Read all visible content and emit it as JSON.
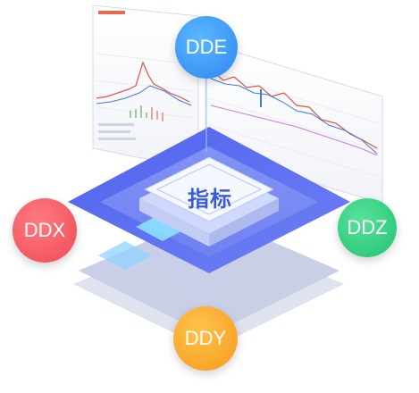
{
  "center": {
    "label": "指标"
  },
  "nodes": {
    "dde": {
      "label": "DDE",
      "color": "#3a96f6"
    },
    "ddx": {
      "label": "DDX",
      "color": "#f2545d"
    },
    "ddz": {
      "label": "DDZ",
      "color": "#2fce80"
    },
    "ddy": {
      "label": "DDY",
      "color": "#f9a82a"
    }
  },
  "colors": {
    "platform_top": "#5b6ef0",
    "platform_mid": "#7f8ff2",
    "chip": "#eef3ff",
    "base_shadow": "#c9cfe6"
  },
  "icons": [
    "stock-chart-screen-left",
    "stock-chart-screen-right",
    "isometric-platform"
  ]
}
